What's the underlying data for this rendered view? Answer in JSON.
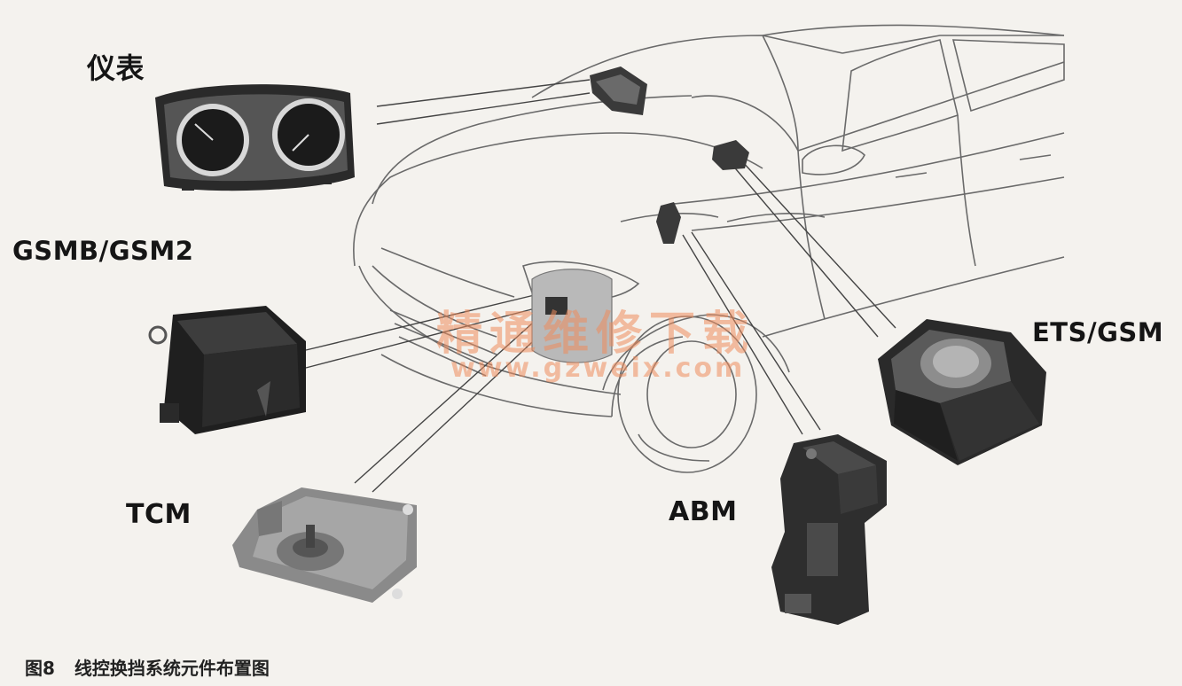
{
  "labels": {
    "cluster": "仪表",
    "gsmb": "GSMB/GSM2",
    "tcm": "TCM",
    "abm": "ABM",
    "ets": "ETS/GSM"
  },
  "caption": {
    "number": "图8",
    "text": "线控换挡系统元件布置图"
  },
  "watermark": {
    "cn": "精通维修下载",
    "url": "www.gzweix.com"
  }
}
